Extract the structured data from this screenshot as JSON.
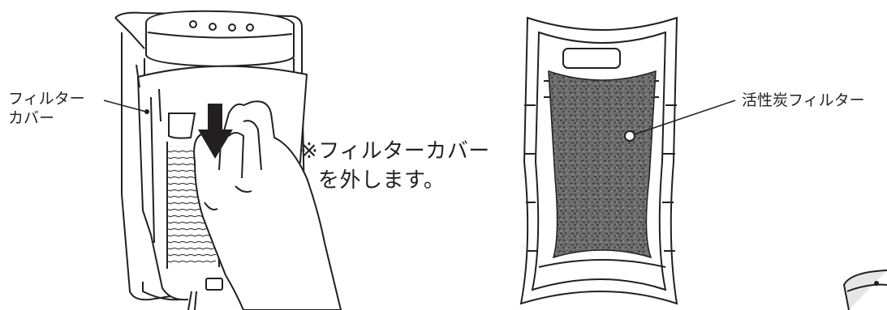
{
  "labels": {
    "filter_cover_line1": "フィルター",
    "filter_cover_line2": "カバー",
    "instruction_line1": "※フィルターカバー",
    "instruction_line2": "を外します。",
    "carbon_filter": "活性炭フィルター"
  },
  "colors": {
    "line": "#231f20",
    "arrow": "#231f20",
    "filter_fill": "#6d6d6d",
    "filter_speckle": "#2b2b2b",
    "background": "#ffffff",
    "partial_unit": "#c8c8c8"
  }
}
